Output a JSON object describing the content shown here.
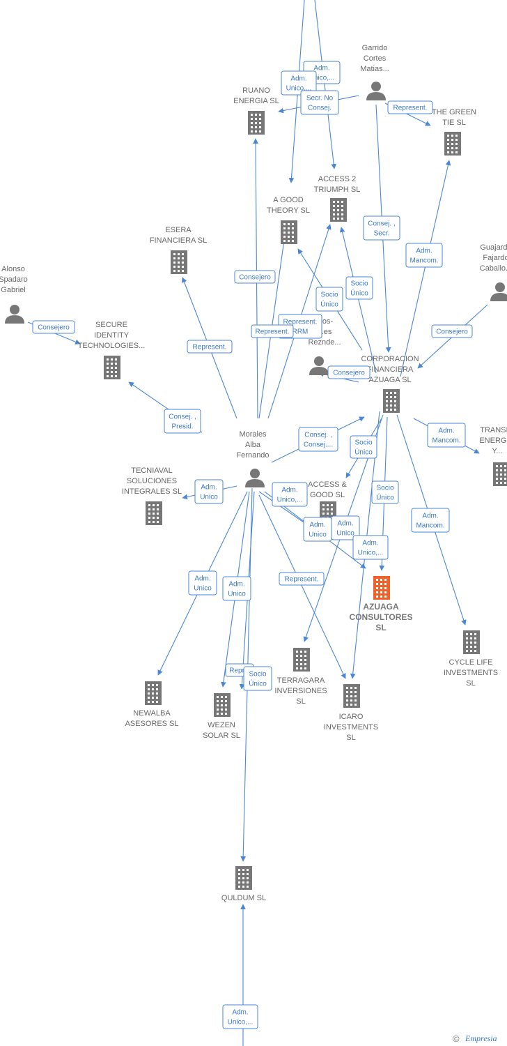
{
  "nodes": [
    {
      "id": "garrido",
      "type": "person",
      "label": [
        "Garrido",
        "Cortes",
        "Matias..."
      ]
    },
    {
      "id": "ruano",
      "type": "company",
      "label": [
        "RUANO",
        "ENERGIA SL"
      ]
    },
    {
      "id": "greentie",
      "type": "company",
      "label": [
        "THE GREEN",
        "TIE SL"
      ]
    },
    {
      "id": "access2",
      "type": "company",
      "label": [
        "ACCESS 2",
        "TRIUMPH SL"
      ]
    },
    {
      "id": "agood",
      "type": "company",
      "label": [
        "A GOOD",
        "THEORY SL"
      ]
    },
    {
      "id": "esera",
      "type": "company",
      "label": [
        "ESERA",
        "FINANCIERA SL"
      ]
    },
    {
      "id": "guajardo",
      "type": "person",
      "label": [
        "Guajardo",
        "Fajardo",
        "Caballo..."
      ]
    },
    {
      "id": "alonso",
      "type": "person",
      "label": [
        "Alonso",
        "Spadaro",
        "Gabriel"
      ]
    },
    {
      "id": "secure",
      "type": "company",
      "label": [
        "SECURE",
        "IDENTITY",
        "TECHNOLOGIES..."
      ]
    },
    {
      "id": "rrm",
      "type": "person",
      "label": [
        "...os-",
        "...es",
        "Reznde..."
      ]
    },
    {
      "id": "corporacion",
      "type": "company",
      "label": [
        "CORPORACION",
        "FINANCIERA",
        "AZUAGA SL"
      ]
    },
    {
      "id": "morales",
      "type": "person",
      "label": [
        "Morales",
        "Alba",
        "Fernando"
      ]
    },
    {
      "id": "transit",
      "type": "company",
      "label": [
        "TRANSI...",
        "ENERGI...",
        "Y..."
      ]
    },
    {
      "id": "tecniaval",
      "type": "company",
      "label": [
        "TECNIAVAL",
        "SOLUCIONES",
        "INTEGRALES SL"
      ]
    },
    {
      "id": "accessgood",
      "type": "company",
      "label": [
        "ACCESS &",
        "GOOD SL"
      ]
    },
    {
      "id": "azuaga",
      "type": "company",
      "focus": true,
      "label": [
        "AZUAGA",
        "CONSULTORES",
        "SL"
      ]
    },
    {
      "id": "cyclelife",
      "type": "company",
      "label": [
        "CYCLE LIFE",
        "INVESTMENTS",
        "SL"
      ]
    },
    {
      "id": "terragara",
      "type": "company",
      "label": [
        "TERRAGARA",
        "INVERSIONES",
        "SL"
      ]
    },
    {
      "id": "icaro",
      "type": "company",
      "label": [
        "ICARO",
        "INVESTMENTS",
        "SL"
      ]
    },
    {
      "id": "newalba",
      "type": "company",
      "label": [
        "NEWALBA",
        "ASESORES SL"
      ]
    },
    {
      "id": "wezen",
      "type": "company",
      "label": [
        "WEZEN",
        "SOLAR SL"
      ]
    },
    {
      "id": "quldum",
      "type": "company",
      "label": [
        "QULDUM SL"
      ]
    }
  ],
  "relations": [
    {
      "id": "r1",
      "text": [
        "Adm.",
        "Unico,..."
      ]
    },
    {
      "id": "r2",
      "text": [
        "Adm.",
        "Unico,..."
      ]
    },
    {
      "id": "r3",
      "text": [
        "Secr. No",
        "Consej."
      ]
    },
    {
      "id": "r4",
      "text": [
        "Represent."
      ]
    },
    {
      "id": "r5",
      "text": [
        "Consej. ,",
        "Secr."
      ]
    },
    {
      "id": "r6",
      "text": [
        "Adm.",
        "Mancom."
      ]
    },
    {
      "id": "r7",
      "text": [
        "Consejero"
      ]
    },
    {
      "id": "r8",
      "text": [
        "Socio",
        "Único"
      ]
    },
    {
      "id": "r9",
      "text": [
        "Socio",
        "Único"
      ]
    },
    {
      "id": "r10",
      "text": [
        "Represent.",
        "RRM"
      ]
    },
    {
      "id": "r11",
      "text": [
        "Represent."
      ]
    },
    {
      "id": "r12",
      "text": [
        "Represent."
      ]
    },
    {
      "id": "r13",
      "text": [
        "Consejero"
      ]
    },
    {
      "id": "r14",
      "text": [
        "Consejero"
      ]
    },
    {
      "id": "r15",
      "text": [
        "Consejero"
      ]
    },
    {
      "id": "r16",
      "text": [
        "Consej. ,",
        "Presid."
      ]
    },
    {
      "id": "r17",
      "text": [
        "Consej. ,",
        "Consej...."
      ]
    },
    {
      "id": "r18",
      "text": [
        "Socio",
        "Único"
      ]
    },
    {
      "id": "r19",
      "text": [
        "Adm.",
        "Mancom."
      ]
    },
    {
      "id": "r20",
      "text": [
        "Adm.",
        "Unico"
      ]
    },
    {
      "id": "r21",
      "text": [
        "Adm.",
        "Unico,..."
      ]
    },
    {
      "id": "r22",
      "text": [
        "Socio",
        "Único"
      ]
    },
    {
      "id": "r23",
      "text": [
        "Adm.",
        "Unico"
      ]
    },
    {
      "id": "r24",
      "text": [
        "Adm.",
        "Unico"
      ]
    },
    {
      "id": "r25",
      "text": [
        "Adm.",
        "Unico,..."
      ]
    },
    {
      "id": "r26",
      "text": [
        "Adm.",
        "Mancom."
      ]
    },
    {
      "id": "r27",
      "text": [
        "Adm.",
        "Unico"
      ]
    },
    {
      "id": "r28",
      "text": [
        "Adm.",
        "Unico"
      ]
    },
    {
      "id": "r29",
      "text": [
        "Represent."
      ]
    },
    {
      "id": "r30",
      "text": [
        "Repr..."
      ]
    },
    {
      "id": "r31",
      "text": [
        "Socio",
        "Único"
      ]
    },
    {
      "id": "r32",
      "text": [
        "Adm.",
        "Unico,..."
      ]
    }
  ],
  "footer": {
    "copyright": "©",
    "brand": "Empresia"
  },
  "colors": {
    "edge": "#4a86d4",
    "node": "#777777",
    "focus": "#f0622a"
  }
}
